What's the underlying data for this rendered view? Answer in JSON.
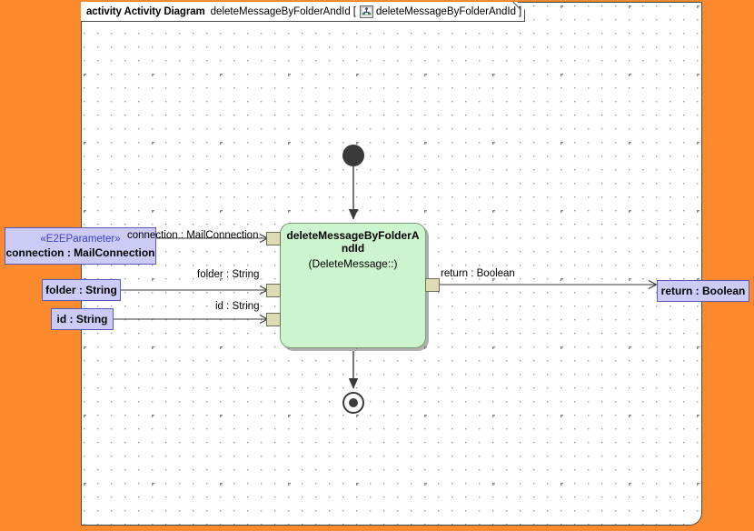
{
  "canvas": {
    "background_color": "#fb8a2e",
    "frame_background": "#ffffff",
    "frame_border_color": "#4a4a4a",
    "grid_dot_color": "#9a9a9a"
  },
  "frame_header": {
    "keyword": "activity Activity Diagram",
    "name": "deleteMessageByFolderAndId",
    "bracket_open": "[",
    "bracket_close": "]",
    "icon": "activity-diagram-icon",
    "inner_name": "deleteMessageByFolderAndId"
  },
  "activity_node": {
    "title": "deleteMessageByFolderAndId",
    "subtitle": "(DeleteMessage::)",
    "fill_color": "#cdf5cd",
    "border_color": "#7d9c7d"
  },
  "nodes": {
    "initial_node_name": "initial-node",
    "final_node_name": "activity-final-node",
    "node_color": "#3a3a3a"
  },
  "parameters": [
    {
      "id": "connection",
      "stereotype": "«E2EParameter»",
      "label": "connection : MailConnection",
      "edge_label": "connection : MailConnection",
      "direction": "in"
    },
    {
      "id": "folder",
      "stereotype": "",
      "label": "folder : String",
      "edge_label": "folder : String",
      "direction": "in"
    },
    {
      "id": "id",
      "stereotype": "",
      "label": "id : String",
      "edge_label": "id : String",
      "direction": "in"
    },
    {
      "id": "return",
      "stereotype": "",
      "label": "return : Boolean",
      "edge_label": "return : Boolean",
      "direction": "out"
    }
  ],
  "colors": {
    "parameter_fill": "#cbcbf5",
    "parameter_border": "#5a5ab4",
    "stereotype_text": "#3c3cd2",
    "pin_fill": "#dedbb4",
    "pin_border": "#6e6e5a",
    "edge_line": "#3a3a3a"
  }
}
